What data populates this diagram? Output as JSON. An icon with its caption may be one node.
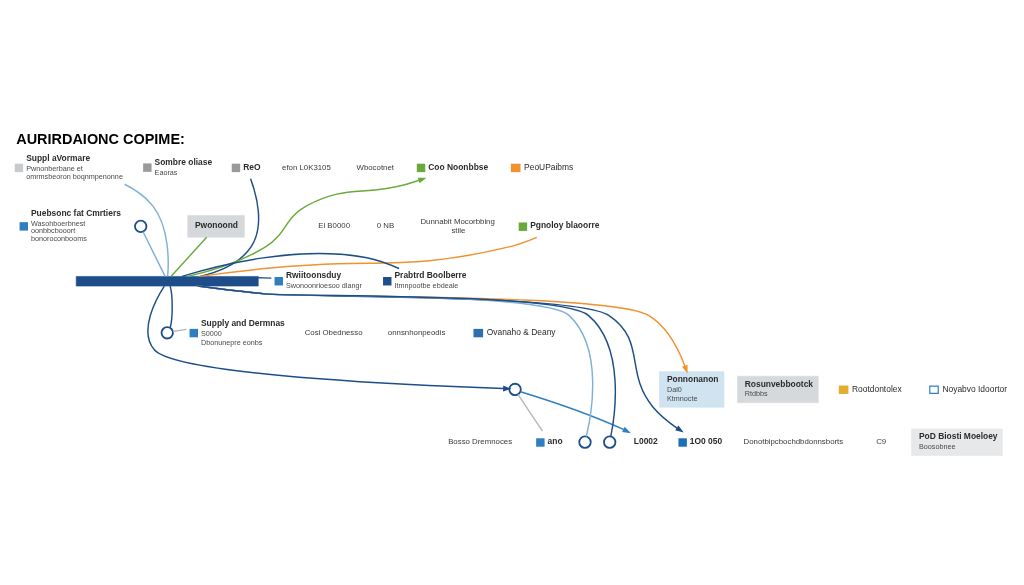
{
  "diagram": {
    "title": "AURIRDAIONC COPIME:",
    "nodes": [
      {
        "text": [
          "Suppl aVormare",
          "Pwnonberbane et omrmsbeoron boqnmpenonne"
        ]
      },
      {
        "text": [
          "Puebsonc fat Cmrtiers",
          "Wasohboerbnest oonbbcbooort bonoroconbooms"
        ]
      },
      {
        "text": [
          "Sombre oliase",
          "Eaoras"
        ]
      },
      {
        "text": [
          "ReO"
        ]
      },
      {
        "text": [
          "Coo Noonbbse"
        ]
      },
      {
        "text": [
          "Pgnoloy blaoorre"
        ]
      },
      {
        "text": [
          "Pwonoond"
        ]
      },
      {
        "text": [],
        "shape": "circle"
      },
      {
        "text": [],
        "shape": "bar"
      },
      {
        "text": [
          "Rwiitoonsduy",
          "Swonoonrioesoo dlangr"
        ]
      },
      {
        "text": [
          "Prabtrd Boolberre",
          "Itmnpootbe ebdeale"
        ]
      },
      {
        "text": [],
        "shape": "circle"
      },
      {
        "text": [
          "Supply and Dermnas",
          "S0000",
          "Dbonunepre eonbs"
        ]
      },
      {
        "text": [],
        "shape": "circle"
      },
      {
        "text": [
          "Ponnonanon",
          "Dal0",
          "Ktmnocte"
        ]
      },
      {
        "text": [
          "Rosunvebbootck",
          "Rtdbbs"
        ]
      },
      {
        "text": [
          "1O0 050"
        ]
      },
      {
        "text": [
          "ano"
        ]
      },
      {
        "text": [],
        "shape": "circle"
      },
      {
        "text": [],
        "shape": "circle"
      },
      {
        "text": [
          "L0002"
        ]
      },
      {
        "text": [
          "PoD Biosti Moeloey",
          "Boosobnee"
        ]
      }
    ],
    "edges": [
      {
        "from": 0,
        "to": 8,
        "arrow": "none",
        "color": "#7fb0d8"
      },
      {
        "from": 3,
        "to": 8,
        "arrow": "none"
      },
      {
        "from": 6,
        "to": 8,
        "arrow": "none",
        "color": "#6aaa3a"
      },
      {
        "from": 7,
        "to": 8,
        "arrow": "none",
        "color": "#7fb0d8"
      },
      {
        "from": 8,
        "to": 4,
        "arrow": "to",
        "color": "#6aaa3a"
      },
      {
        "from": 8,
        "to": 5,
        "arrow": "none",
        "color": "#f0922e"
      },
      {
        "from": 8,
        "to": 9,
        "arrow": "none"
      },
      {
        "from": 8,
        "to": 10,
        "arrow": "none"
      },
      {
        "from": 11,
        "to": 8,
        "arrow": "none"
      },
      {
        "from": 11,
        "to": 12,
        "arrow": "none",
        "color": "#b5b9bd"
      },
      {
        "from": 8,
        "to": 13,
        "arrow": "to"
      },
      {
        "from": 8,
        "to": 14,
        "arrow": "to",
        "color": "#f0922e"
      },
      {
        "from": 8,
        "to": 16,
        "arrow": "to"
      },
      {
        "from": 13,
        "to": 17,
        "arrow": "none",
        "color": "#b5b9bd"
      },
      {
        "from": 18,
        "to": 8,
        "arrow": "none",
        "color": "#7fb0d8"
      },
      {
        "from": 19,
        "to": 8,
        "arrow": "none"
      },
      {
        "from": 13,
        "to": 20,
        "arrow": "to",
        "color": "#2f7fc0"
      }
    ],
    "labels": [
      "efon L0K3105",
      "Wbocotnet",
      "El B0000",
      "0 NB",
      "Dunnabit Mocorbbing stile",
      "Cosi Obednesso",
      "onnsnhonpeodis",
      "Bosso Dremnoces",
      "Donotbipcbochdbdonnsborts",
      "C9"
    ],
    "legend": [
      {
        "text": "PeoUPaibms",
        "color": "#f0922e"
      },
      {
        "text": "Ovanaho & Deany",
        "color": "#2f6fb0"
      },
      {
        "text": "Rootdontolex",
        "color": "#e3ad2f"
      },
      {
        "text": "Noyabvo Idoortor"
      }
    ]
  }
}
